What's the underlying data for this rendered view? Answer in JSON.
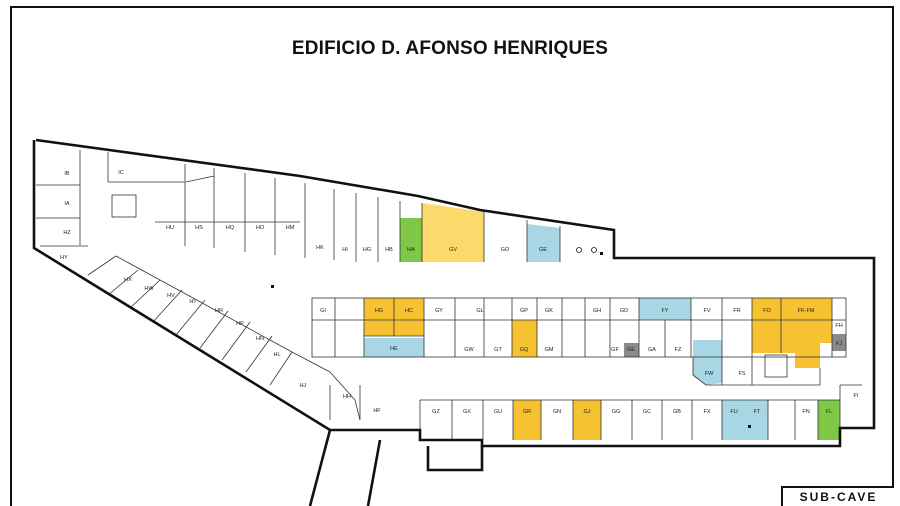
{
  "title": "EDIFICIO D. AFONSO HENRIQUES",
  "level_label": "SUB-CAVE",
  "colors": {
    "yellow": "#f7c232",
    "light_yellow": "#fbd96a",
    "blue": "#a9d6e5",
    "green": "#7ec845",
    "gray": "#8a8a8a",
    "wall": "#111111"
  },
  "rooms": {
    "IB": "IB",
    "IC": "IC",
    "IA": "IA",
    "HZ": "HZ",
    "HY": "HY",
    "HU": "HU",
    "HS": "HS",
    "HQ": "HQ",
    "HO": "HO",
    "HM": "HM",
    "HK": "HK",
    "HI": "HI",
    "HG": "HG",
    "HB": "HB",
    "HA": "HA",
    "GV": "GV",
    "GO": "GO",
    "GE": "GE",
    "HX": "HX",
    "HW": "HW",
    "HV": "HV",
    "HT": "HT",
    "HR": "HR",
    "HP": "HP",
    "HN": "HN",
    "HL": "HL",
    "HJ": "HJ",
    "HH": "HH",
    "HF": "HF",
    "GI": "GI",
    "HG2": "HG",
    "HC": "HC",
    "GY": "GY",
    "GL": "GL",
    "GP": "GP",
    "GK": "GK",
    "GH": "GH",
    "GD": "GD",
    "FY": "FY",
    "FV": "FV",
    "FR": "FR",
    "FO": "FO",
    "FKFM": "FK-FM",
    "FH": "FH",
    "HE": "HE",
    "GW": "GW",
    "GT": "GT",
    "GQ": "GQ",
    "GM": "GM",
    "GF": "GF",
    "GE2": "GE",
    "GA": "GA",
    "FZ": "FZ",
    "FW": "FW",
    "FS": "FS",
    "FJ": "FJ",
    "FI": "FI",
    "GZ": "GZ",
    "GX": "GX",
    "GU": "GU",
    "GR": "GR",
    "GN": "GN",
    "GJ": "GJ",
    "GG": "GG",
    "GC": "GC",
    "GB": "GB",
    "FX": "FX",
    "FU": "FU",
    "FT": "FT",
    "FN": "FN",
    "FL": "FL"
  }
}
